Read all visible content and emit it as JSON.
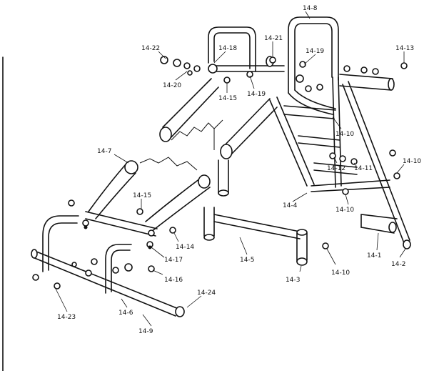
{
  "labels": {
    "l14_8": "14-8",
    "l14_21": "14-21",
    "l14_13": "14-13",
    "l14_22": "14-22",
    "l14_18": "14-18",
    "l14_19a": "14-19",
    "l14_19b": "14-19",
    "l14_20": "14-20",
    "l14_15a": "14-15",
    "l14_10a": "14-10",
    "l14_12": "14-12",
    "l14_11": "14-11",
    "l14_10b": "14-10",
    "l14_7": "14-7",
    "l14_4": "14-4",
    "l14_10c": "14-10",
    "l14_15b": "14-15",
    "l14_14": "14-14",
    "l14_17": "14-17",
    "l14_16": "14-16",
    "l14_5": "14-5",
    "l14_1": "14-1",
    "l14_2": "14-2",
    "l14_3": "14-3",
    "l14_10d": "14-10",
    "l14_23": "14-23",
    "l14_6": "14-6",
    "l14_24": "14-24",
    "l14_9": "14-9"
  }
}
